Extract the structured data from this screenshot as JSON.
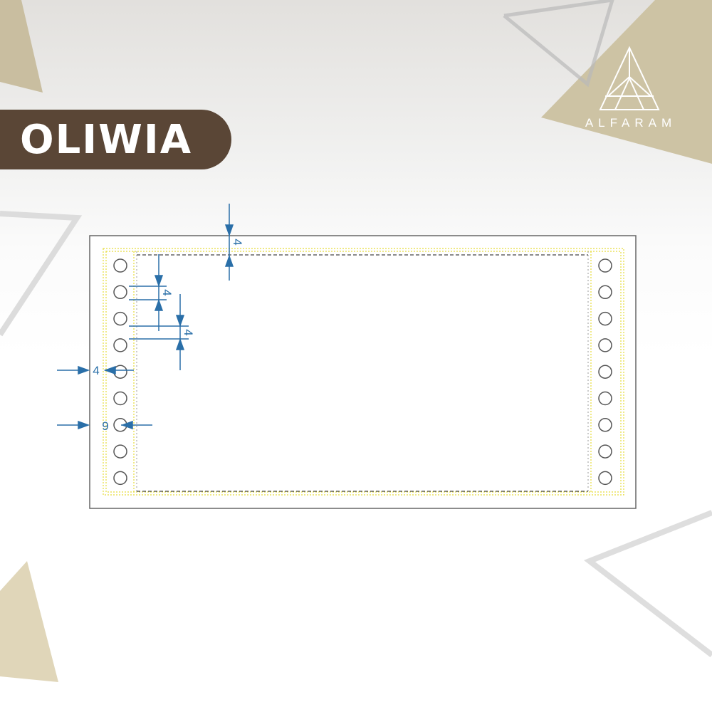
{
  "product_name": "OLIWIA",
  "brand": {
    "name": "ALFARAM"
  },
  "dimensions": {
    "top_margin": "4",
    "hole_gap_1": "4",
    "hole_gap_2": "4",
    "side_margin": "4",
    "hole_offset": "9"
  },
  "colors": {
    "banner": "#5a4636",
    "accent": "#cfc5a5",
    "dimension": "#2a6fa8",
    "perforation": "#e6dc3c"
  }
}
